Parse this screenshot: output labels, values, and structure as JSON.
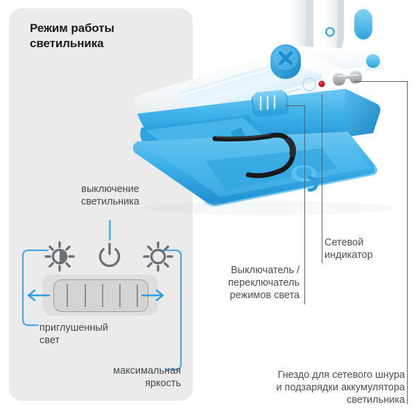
{
  "card": {
    "title": "Режим работы\nсветильника",
    "background": "#ebebec"
  },
  "diagram": {
    "label_off": "выключение\nсветильника",
    "label_dim": "приглушенный\nсвет",
    "label_max": "максимальная\nяркость",
    "icons": {
      "left": "brightness-low-icon",
      "middle": "power-icon",
      "right": "brightness-high-icon",
      "arrow_left": "arrow-left-icon",
      "arrow_right": "arrow-right-icon"
    },
    "accent_color": "#4aa8e0",
    "text_color": "#43484b"
  },
  "callouts": {
    "switch": "Выключатель /\nпереключатель\nрежимов света",
    "indicator": "Сетевой\nиндикатор",
    "socket": "Гнездо для сетевого шнура\nи подзарядки аккумулятора\nсветильника",
    "line_color": "#5b6063"
  },
  "photo": {
    "alt": "clip-on desk lamp clamp base photo",
    "colors": {
      "body_blue": "#3fb0e8",
      "body_blue_dark": "#1f93d4",
      "body_white": "#f7f9fa",
      "indicator_red": "#c4161c",
      "cable_black": "#19191b"
    }
  }
}
